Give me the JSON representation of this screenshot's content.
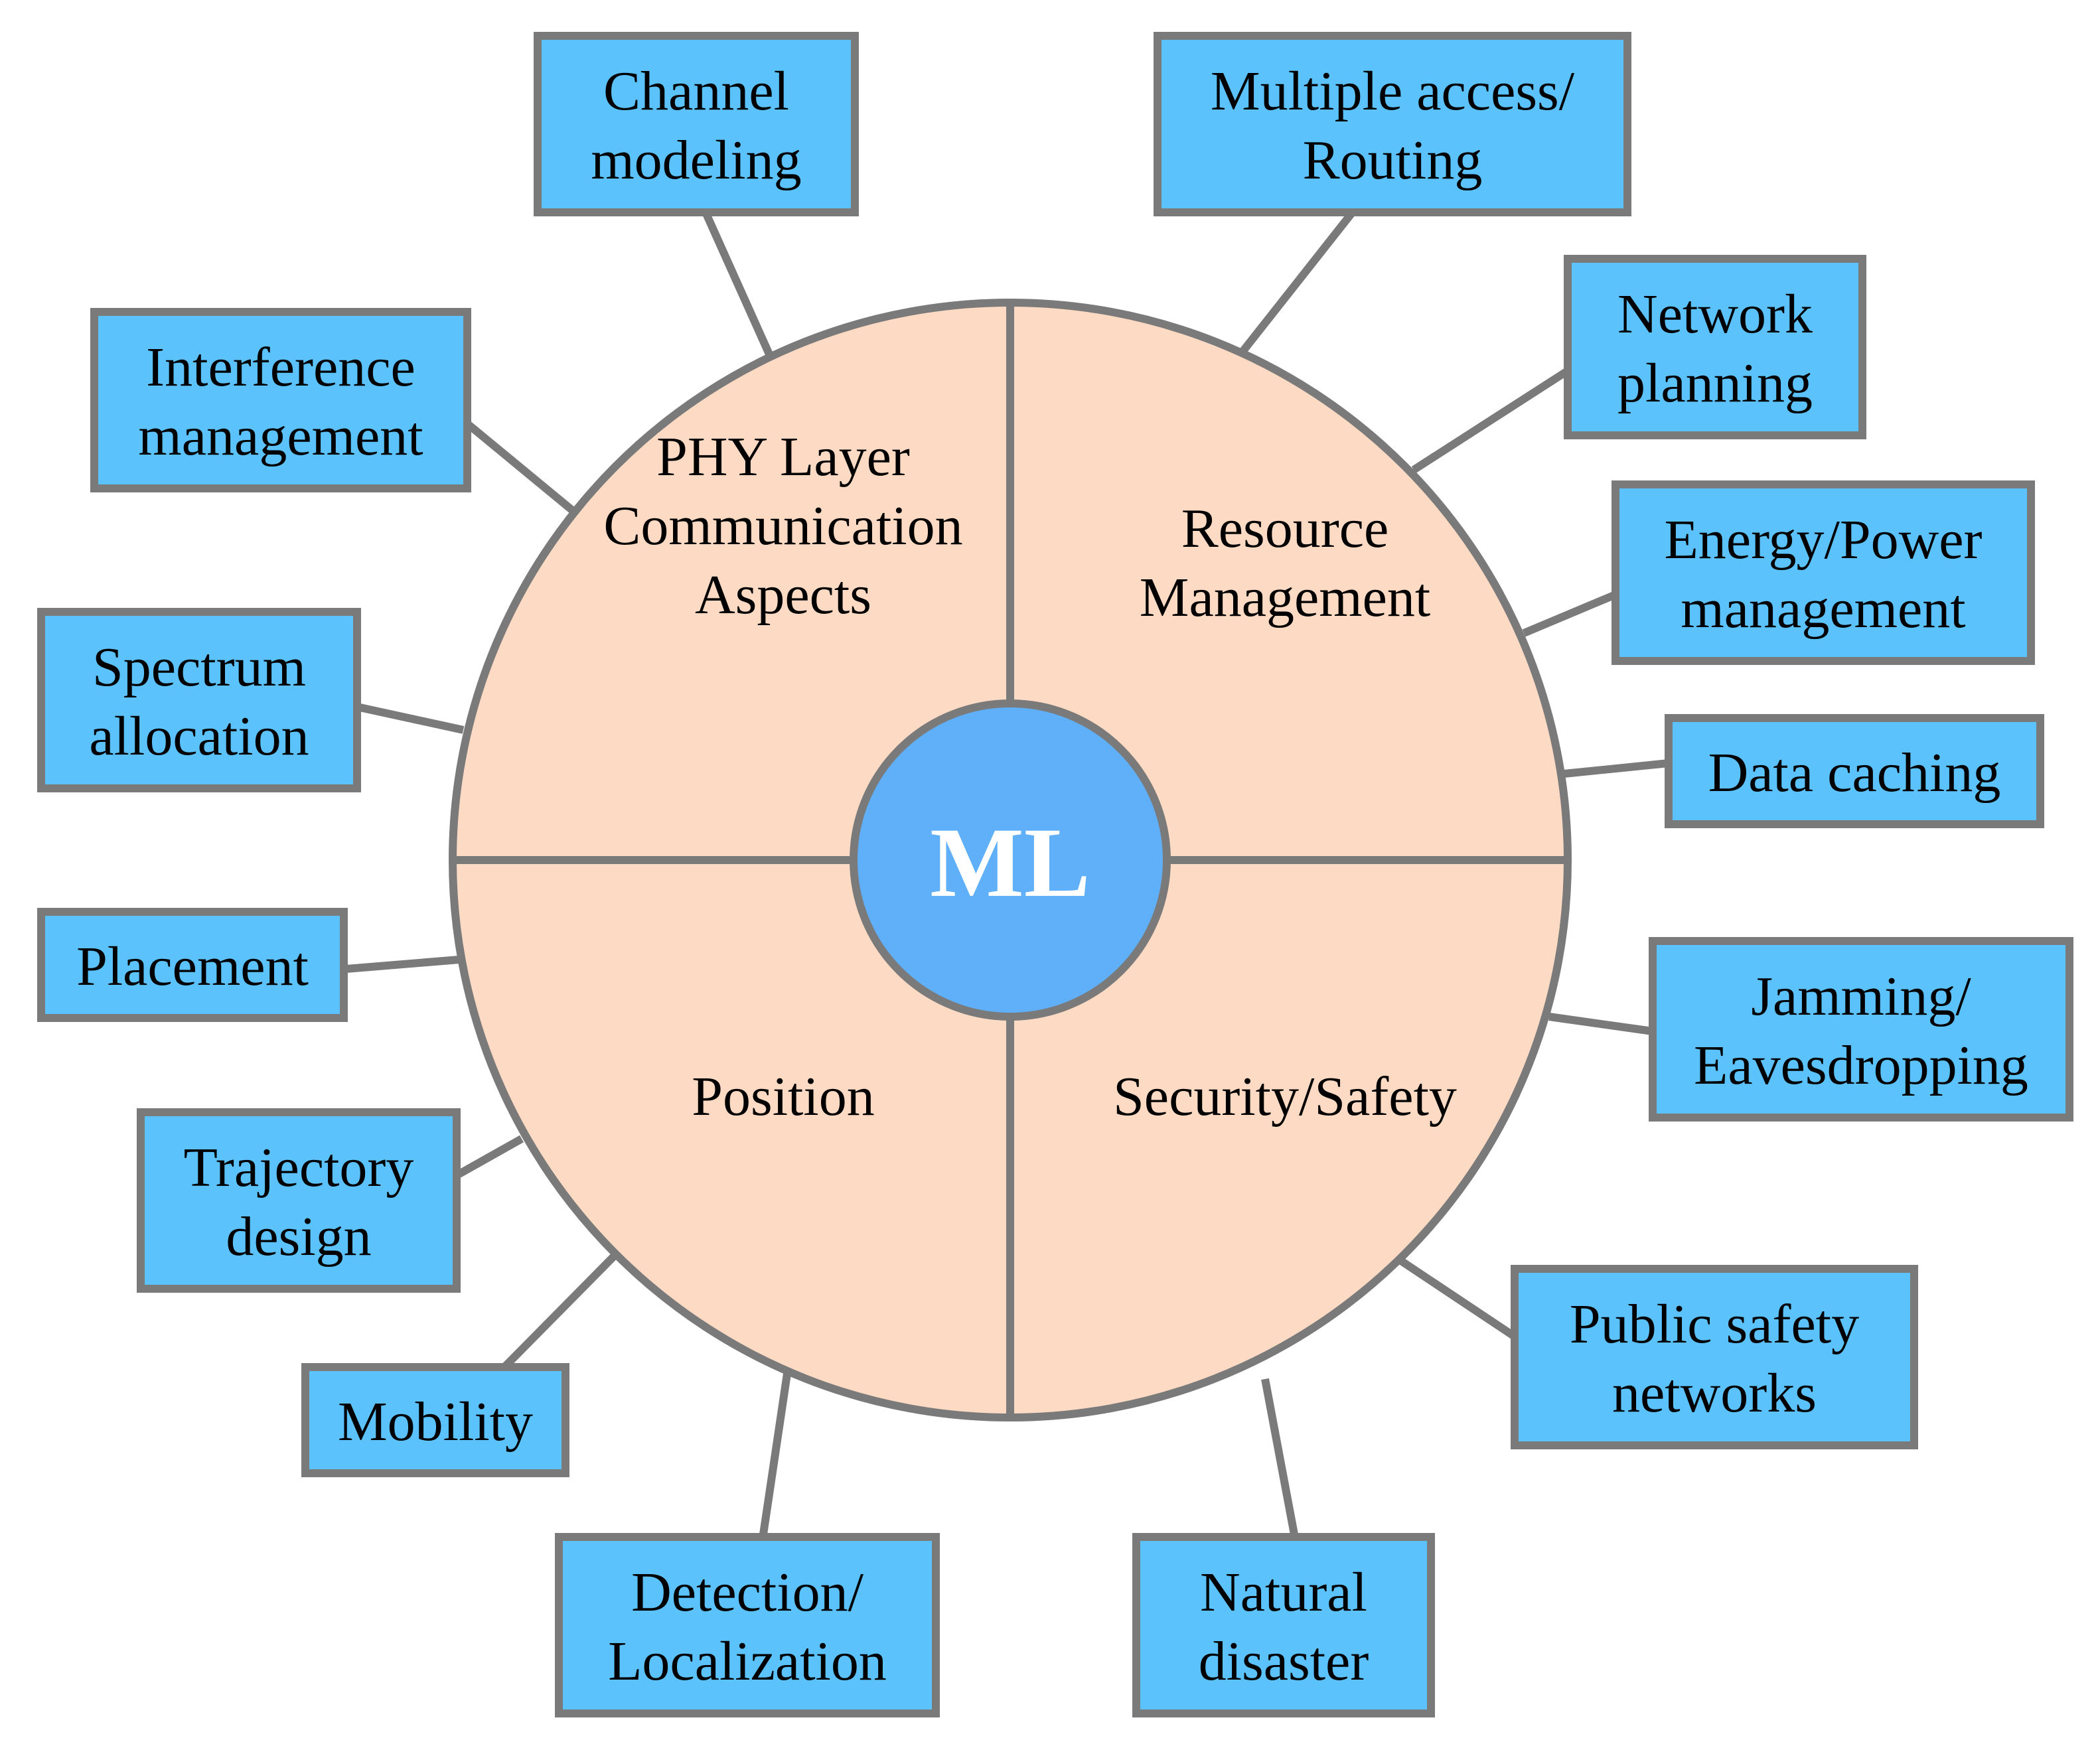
{
  "center": {
    "label": "ML"
  },
  "quadrants": [
    {
      "id": "phy",
      "lines": [
        "PHY Layer",
        "Communication",
        "Aspects"
      ]
    },
    {
      "id": "resource",
      "lines": [
        "Resource",
        "Management"
      ]
    },
    {
      "id": "position",
      "lines": [
        "Position"
      ]
    },
    {
      "id": "security",
      "lines": [
        "Security/Safety"
      ]
    }
  ],
  "boxes": [
    {
      "id": "channel-modeling",
      "lines": [
        "Channel",
        "modeling"
      ]
    },
    {
      "id": "multiple-access-routing",
      "lines": [
        "Multiple access/",
        "Routing"
      ]
    },
    {
      "id": "network-planning",
      "lines": [
        "Network",
        "planning"
      ]
    },
    {
      "id": "interference-management",
      "lines": [
        "Interference",
        "management"
      ]
    },
    {
      "id": "energy-power-management",
      "lines": [
        "Energy/Power",
        "management"
      ]
    },
    {
      "id": "spectrum-allocation",
      "lines": [
        "Spectrum",
        "allocation"
      ]
    },
    {
      "id": "data-caching",
      "lines": [
        "Data caching"
      ]
    },
    {
      "id": "placement",
      "lines": [
        "Placement"
      ]
    },
    {
      "id": "jamming-eavesdropping",
      "lines": [
        "Jamming/",
        "Eavesdropping"
      ]
    },
    {
      "id": "trajectory-design",
      "lines": [
        "Trajectory",
        "design"
      ]
    },
    {
      "id": "mobility",
      "lines": [
        "Mobility"
      ]
    },
    {
      "id": "public-safety-networks",
      "lines": [
        "Public safety",
        "networks"
      ]
    },
    {
      "id": "detection-localization",
      "lines": [
        "Detection/",
        "Localization"
      ]
    },
    {
      "id": "natural-disaster",
      "lines": [
        "Natural",
        "disaster"
      ]
    }
  ],
  "colors": {
    "box_fill": "#5bc2fb",
    "circle_fill": "#fddac3",
    "center_fill": "#60b0f9",
    "stroke": "#7a7a7a"
  }
}
